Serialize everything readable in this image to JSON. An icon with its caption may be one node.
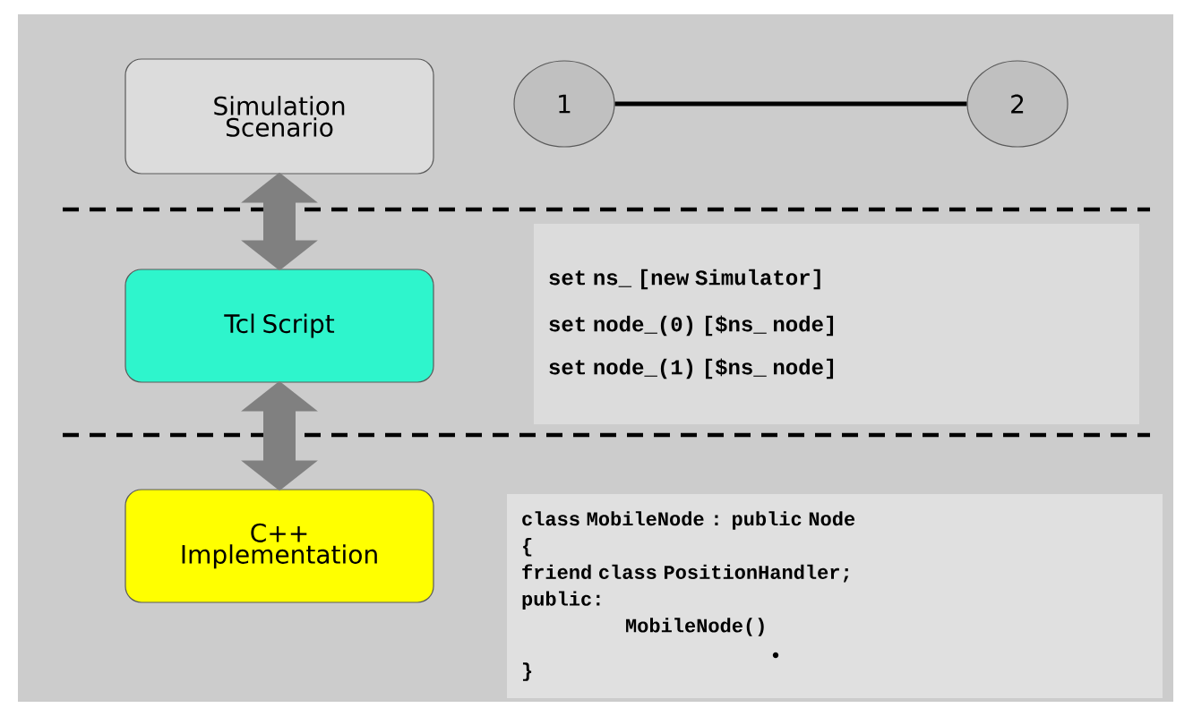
{
  "diagram": {
    "nodes": [
      {
        "text": [
          "Simulation Scenario"
        ]
      },
      {
        "text": [
          "1"
        ]
      },
      {
        "text": [
          "2"
        ]
      },
      {
        "text": [
          "Tcl Script"
        ]
      },
      {
        "text": [
          "set ns_ [new Simulator]",
          "set node_(0) [$ns_ node]",
          "set node_(1) [$ns_ node]"
        ]
      },
      {
        "text": [
          "C++ Implementation"
        ]
      },
      {
        "text": [
          "class MobileNode : public Node",
          "{",
          "friend class PositionHandler;",
          "public:",
          "MobileNode()",
          "}"
        ]
      }
    ],
    "edges": [
      {
        "from": 1,
        "to": 2,
        "arrow": "none",
        "color": "#000000"
      },
      {
        "from": 0,
        "to": 3,
        "arrow": "both"
      },
      {
        "from": 3,
        "to": 5,
        "arrow": "both"
      }
    ]
  }
}
